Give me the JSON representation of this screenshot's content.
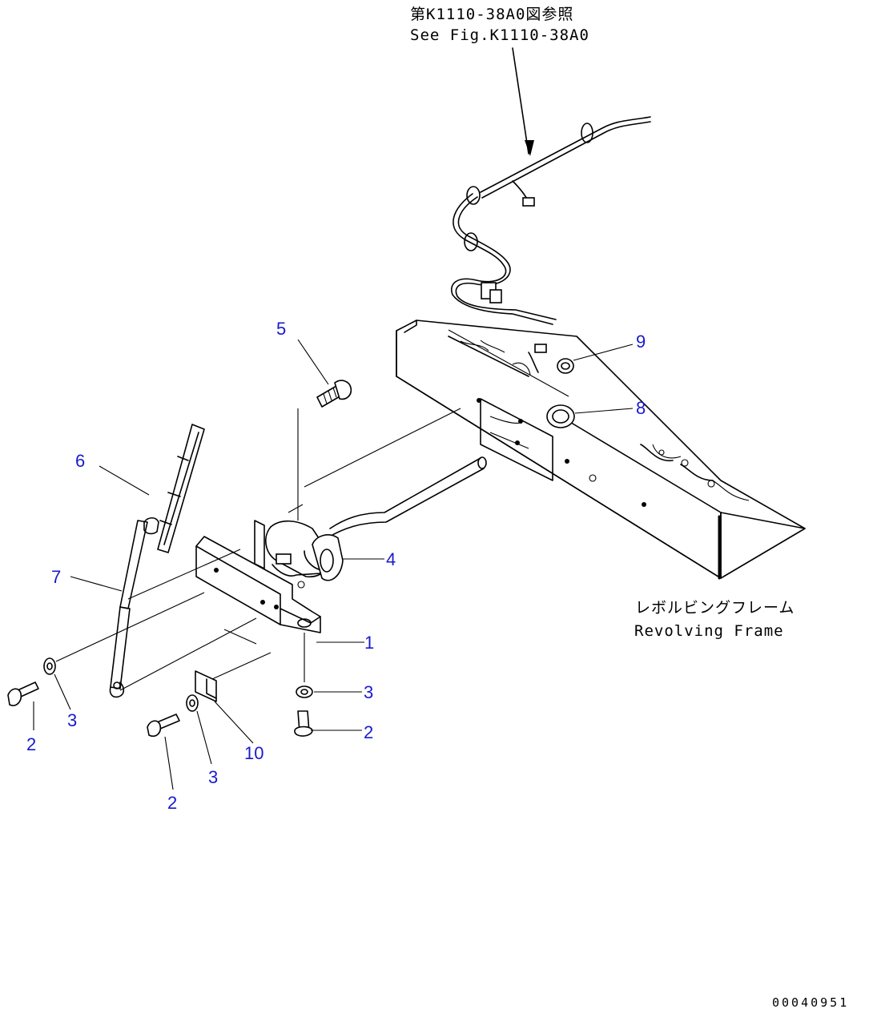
{
  "reference": {
    "jp": "第K1110-38A0図参照",
    "en": "See Fig.K1110-38A0"
  },
  "frame_label": {
    "jp": "レボルビングフレーム",
    "en": "Revolving Frame"
  },
  "callouts": [
    "1",
    "2",
    "2",
    "2",
    "3",
    "3",
    "3",
    "4",
    "5",
    "6",
    "7",
    "8",
    "9",
    "10"
  ],
  "doc_number": "00040951",
  "colors": {
    "ink": "#000000",
    "callout": "#1a1acc",
    "background": "#ffffff"
  }
}
